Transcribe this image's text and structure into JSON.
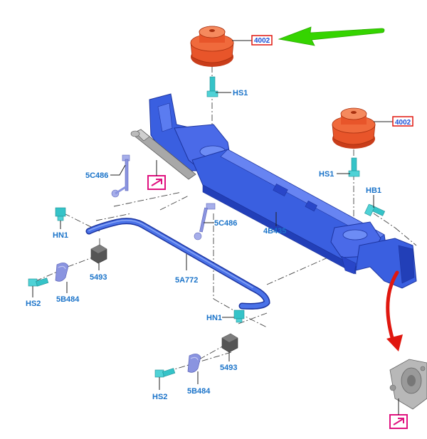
{
  "labels": {
    "part_4002_top": "4002",
    "part_4002_right": "4002",
    "hs1_top": "HS1",
    "hs1_right": "HS1",
    "hb1": "HB1",
    "p5c486_left": "5C486",
    "p5c486_mid": "5C486",
    "p4b435": "4B435",
    "hn1_left": "HN1",
    "hn1_mid": "HN1",
    "p5493_left": "5493",
    "p5493_bottom": "5493",
    "p5a772": "5A772",
    "hs2_left": "HS2",
    "hs2_bottom": "HS2",
    "p5b484_left": "5B484",
    "p5b484_bottom": "5B484"
  },
  "colors": {
    "frame_blue": "#3a5fe0",
    "frame_dark": "#223fb8",
    "bushing_orange": "#e8552a",
    "fastener_teal": "#35c3c8",
    "link_lavender": "#8a94e0",
    "bushing_gray": "#555555",
    "highlight_box": "#e0117f",
    "callout_red": "#e0170f",
    "label_blue": "#1a73c9",
    "arrow_green": "#35d400"
  },
  "icons": [
    "green-arrow-icon",
    "red-arrow-icon",
    "external-link-icon"
  ]
}
